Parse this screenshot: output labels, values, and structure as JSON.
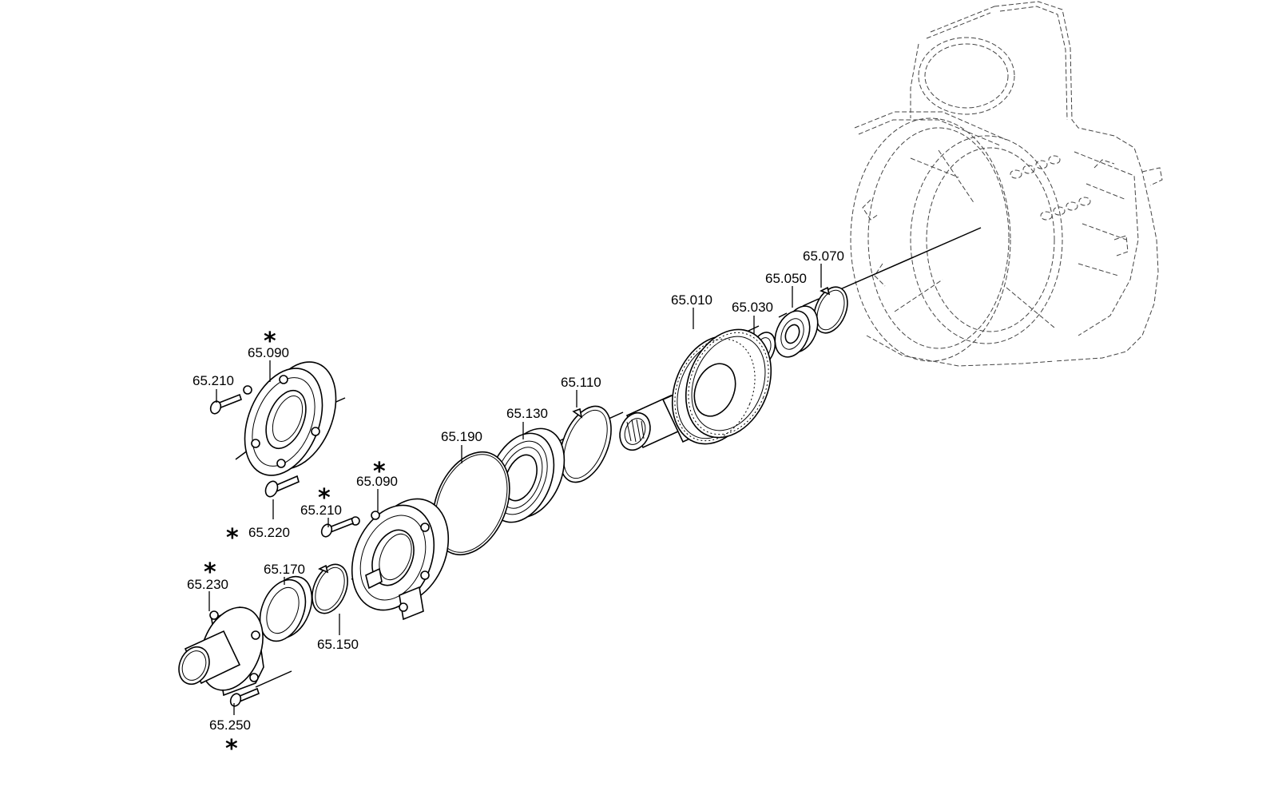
{
  "diagram": {
    "labels": {
      "l65010": "65.010",
      "l65030": "65.030",
      "l65050": "65.050",
      "l65070": "65.070",
      "l65110": "65.110",
      "l65130": "65.130",
      "l65190": "65.190",
      "l65090a": "65.090",
      "l65090b": "65.090",
      "l65210a": "65.210",
      "l65210b": "65.210",
      "l65220": "65.220",
      "l65230": "65.230",
      "l65170": "65.170",
      "l65150": "65.150",
      "l65250": "65.250"
    },
    "asterisk": "*"
  }
}
